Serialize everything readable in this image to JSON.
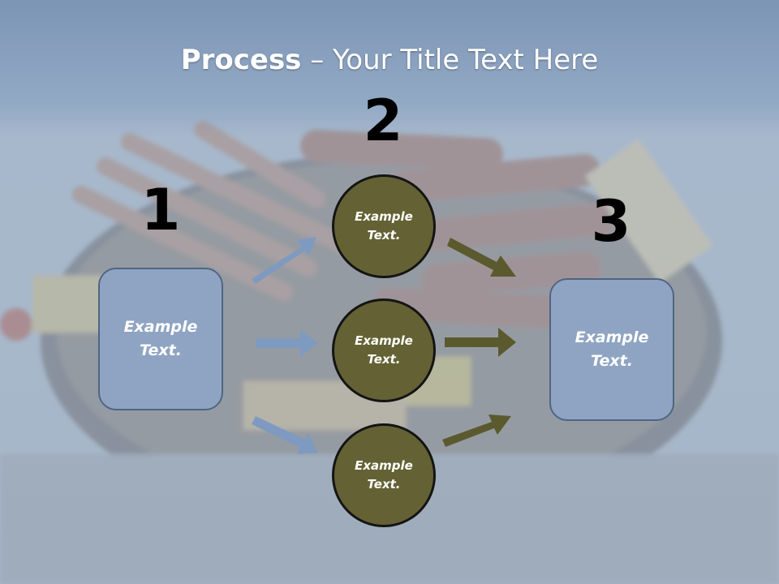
{
  "slide": {
    "title_bold": "Process",
    "title_rest": " – Your Title Text Here",
    "steps": [
      "1",
      "2",
      "3"
    ],
    "left_box": "Example Text.",
    "right_box": "Example Text.",
    "circles": [
      "Example Text.",
      "Example Text.",
      "Example Text."
    ]
  },
  "colors": {
    "box_fill": "#8ea4c2",
    "circle_fill": "#646234",
    "left_arrows": "#7f9ac0",
    "right_arrows": "#5b5a2e"
  }
}
